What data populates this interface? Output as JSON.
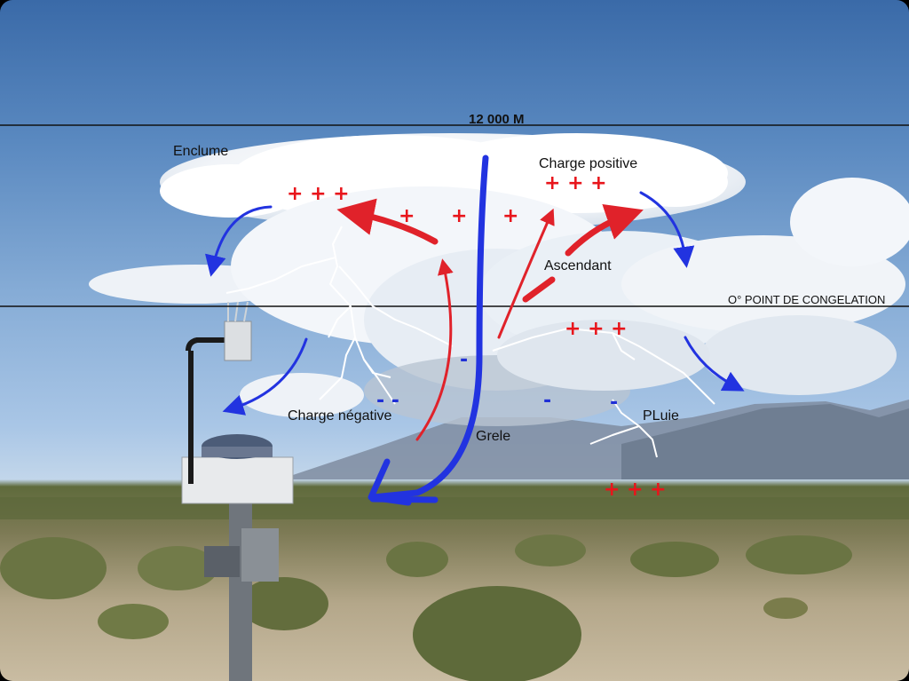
{
  "labels": {
    "altitude": "12 000 M",
    "anvil": "Enclume",
    "positive_charge": "Charge positive",
    "updraft": "Ascendant",
    "freezing_point": "O° POINT DE CONGELATION",
    "negative_charge": "Charge négative",
    "hail": "Grele",
    "rain": "PLuie"
  },
  "charges": {
    "top_left": "+ + +",
    "top_right": "+ + +",
    "mid_1": "+",
    "mid_2": "+",
    "mid_3": "+",
    "mid_right": "+ + +",
    "ground": "+ + +",
    "neg_left": "- -",
    "neg_center": "-",
    "neg_right": "-",
    "neg_far_right": "-"
  },
  "colors": {
    "positive": "#e8151b",
    "negative": "#1f2fd6",
    "downdraft": "#2233e0",
    "updraft": "#e0222a",
    "lightning": "#ffffff",
    "lines": "#111111"
  }
}
